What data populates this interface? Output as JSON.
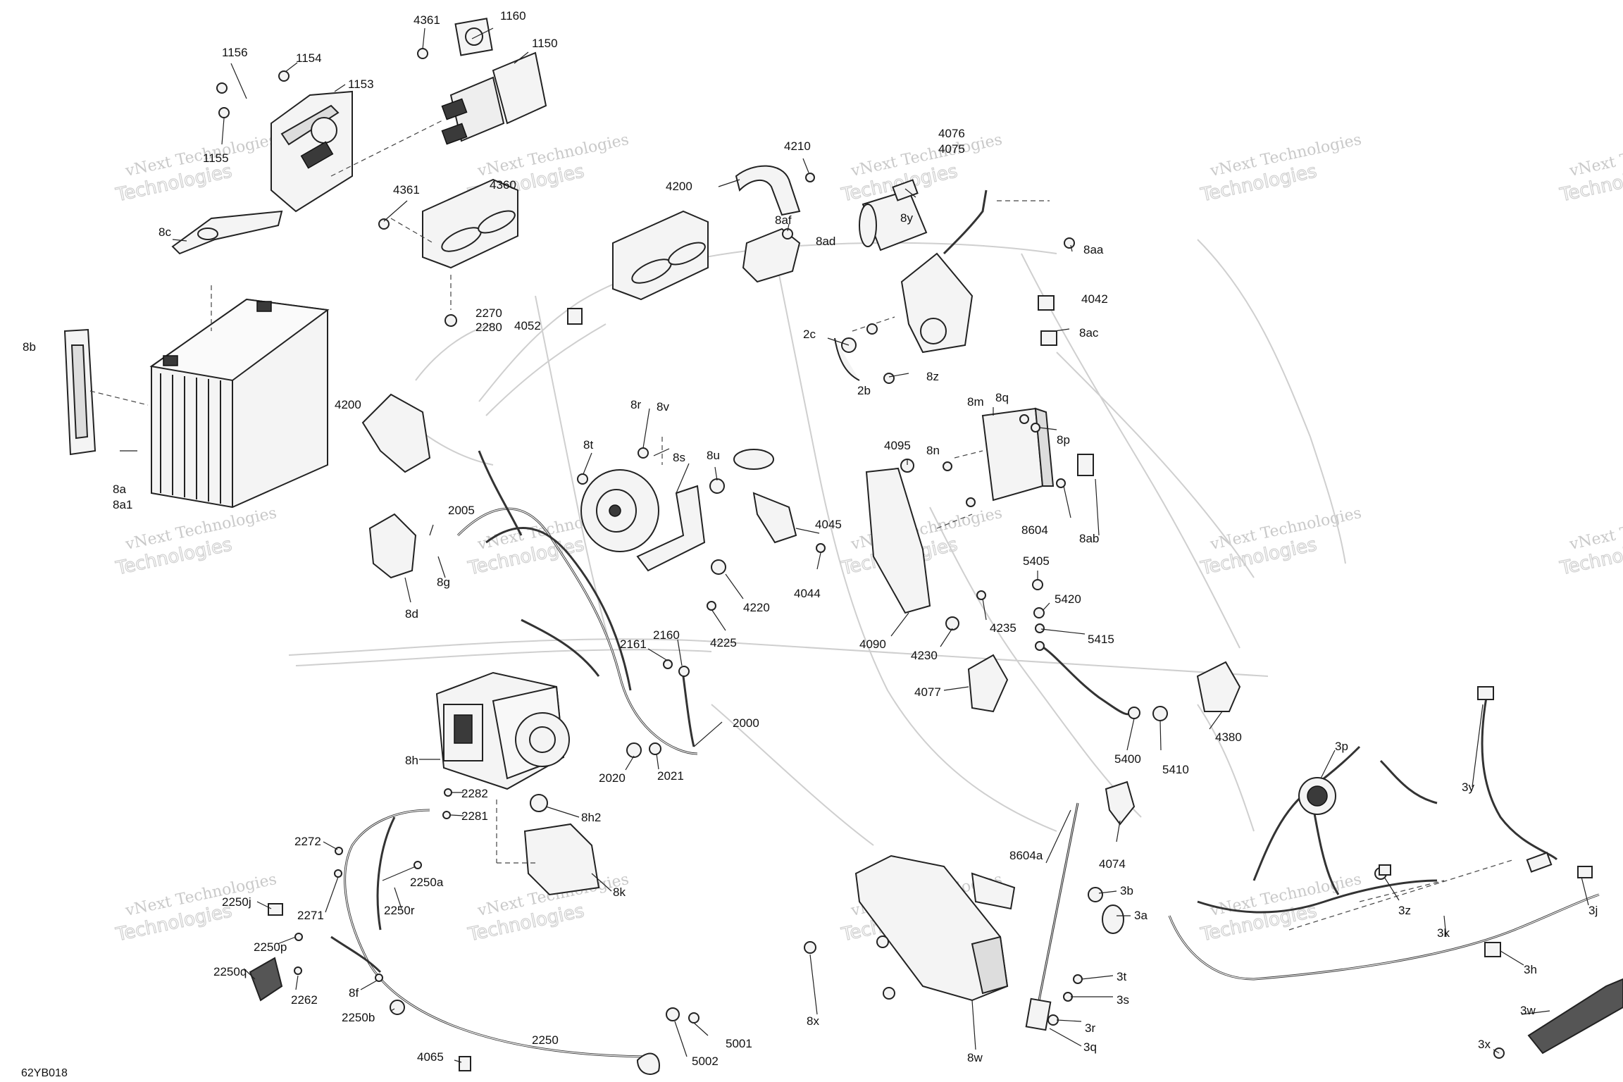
{
  "diagram_code": "62YB018",
  "watermark": {
    "line1": "vNext Technologies",
    "line2": "Technologies"
  },
  "callouts": [
    {
      "id": "1156",
      "text": "1156"
    },
    {
      "id": "1154",
      "text": "1154"
    },
    {
      "id": "1153",
      "text": "1153"
    },
    {
      "id": "1155",
      "text": "1155"
    },
    {
      "id": "4361a",
      "text": "4361"
    },
    {
      "id": "1160",
      "text": "1160"
    },
    {
      "id": "1150",
      "text": "1150"
    },
    {
      "id": "4361b",
      "text": "4361"
    },
    {
      "id": "4360",
      "text": "4360"
    },
    {
      "id": "2270",
      "text": "2270"
    },
    {
      "id": "2280",
      "text": "2280"
    },
    {
      "id": "4052",
      "text": "4052"
    },
    {
      "id": "8c",
      "text": "8c"
    },
    {
      "id": "8b",
      "text": "8b"
    },
    {
      "id": "8a",
      "text": "8a"
    },
    {
      "id": "8a1",
      "text": "8a1"
    },
    {
      "id": "4200a",
      "text": "4200"
    },
    {
      "id": "4200b",
      "text": "4200"
    },
    {
      "id": "4210",
      "text": "4210"
    },
    {
      "id": "8af",
      "text": "8af"
    },
    {
      "id": "8ad",
      "text": "8ad"
    },
    {
      "id": "4076",
      "text": "4076"
    },
    {
      "id": "4075",
      "text": "4075"
    },
    {
      "id": "8y",
      "text": "8y"
    },
    {
      "id": "8aa",
      "text": "8aa"
    },
    {
      "id": "4042",
      "text": "4042"
    },
    {
      "id": "8ac",
      "text": "8ac"
    },
    {
      "id": "2c",
      "text": "2c"
    },
    {
      "id": "2b",
      "text": "2b"
    },
    {
      "id": "8z",
      "text": "8z"
    },
    {
      "id": "8m",
      "text": "8m"
    },
    {
      "id": "8q",
      "text": "8q"
    },
    {
      "id": "8p",
      "text": "8p"
    },
    {
      "id": "8n",
      "text": "8n"
    },
    {
      "id": "4095",
      "text": "4095"
    },
    {
      "id": "8604",
      "text": "8604"
    },
    {
      "id": "8ab",
      "text": "8ab"
    },
    {
      "id": "8r",
      "text": "8r"
    },
    {
      "id": "8v",
      "text": "8v"
    },
    {
      "id": "8t",
      "text": "8t"
    },
    {
      "id": "8s",
      "text": "8s"
    },
    {
      "id": "8u",
      "text": "8u"
    },
    {
      "id": "4045",
      "text": "4045"
    },
    {
      "id": "4044",
      "text": "4044"
    },
    {
      "id": "2005",
      "text": "2005"
    },
    {
      "id": "8g",
      "text": "8g"
    },
    {
      "id": "8d",
      "text": "8d"
    },
    {
      "id": "4220",
      "text": "4220"
    },
    {
      "id": "4225",
      "text": "4225"
    },
    {
      "id": "4090",
      "text": "4090"
    },
    {
      "id": "4230",
      "text": "4230"
    },
    {
      "id": "4235",
      "text": "4235"
    },
    {
      "id": "5405",
      "text": "5405"
    },
    {
      "id": "5420",
      "text": "5420"
    },
    {
      "id": "5415",
      "text": "5415"
    },
    {
      "id": "2161",
      "text": "2161"
    },
    {
      "id": "2160",
      "text": "2160"
    },
    {
      "id": "4077",
      "text": "4077"
    },
    {
      "id": "2000",
      "text": "2000"
    },
    {
      "id": "8h",
      "text": "8h"
    },
    {
      "id": "2020",
      "text": "2020"
    },
    {
      "id": "2021",
      "text": "2021"
    },
    {
      "id": "5400",
      "text": "5400"
    },
    {
      "id": "5410",
      "text": "5410"
    },
    {
      "id": "4380",
      "text": "4380"
    },
    {
      "id": "3p",
      "text": "3p"
    },
    {
      "id": "3y",
      "text": "3y"
    },
    {
      "id": "2282",
      "text": "2282"
    },
    {
      "id": "2281",
      "text": "2281"
    },
    {
      "id": "8h2",
      "text": "8h2"
    },
    {
      "id": "4074",
      "text": "4074"
    },
    {
      "id": "2272",
      "text": "2272"
    },
    {
      "id": "2250a",
      "text": "2250a"
    },
    {
      "id": "2250j",
      "text": "2250j"
    },
    {
      "id": "2271",
      "text": "2271"
    },
    {
      "id": "2250r",
      "text": "2250r"
    },
    {
      "id": "8k",
      "text": "8k"
    },
    {
      "id": "8604a",
      "text": "8604a"
    },
    {
      "id": "3b",
      "text": "3b"
    },
    {
      "id": "3a",
      "text": "3a"
    },
    {
      "id": "3z",
      "text": "3z"
    },
    {
      "id": "3k",
      "text": "3k"
    },
    {
      "id": "3j",
      "text": "3j"
    },
    {
      "id": "3h",
      "text": "3h"
    },
    {
      "id": "2250p",
      "text": "2250p"
    },
    {
      "id": "2250q",
      "text": "2250q"
    },
    {
      "id": "2262",
      "text": "2262"
    },
    {
      "id": "8f",
      "text": "8f"
    },
    {
      "id": "2250b",
      "text": "2250b"
    },
    {
      "id": "8x",
      "text": "8x"
    },
    {
      "id": "3t",
      "text": "3t"
    },
    {
      "id": "3s",
      "text": "3s"
    },
    {
      "id": "3w",
      "text": "3w"
    },
    {
      "id": "2250",
      "text": "2250"
    },
    {
      "id": "4065",
      "text": "4065"
    },
    {
      "id": "5001",
      "text": "5001"
    },
    {
      "id": "5002",
      "text": "5002"
    },
    {
      "id": "8w",
      "text": "8w"
    },
    {
      "id": "3r",
      "text": "3r"
    },
    {
      "id": "3q",
      "text": "3q"
    },
    {
      "id": "3x",
      "text": "3x"
    }
  ]
}
